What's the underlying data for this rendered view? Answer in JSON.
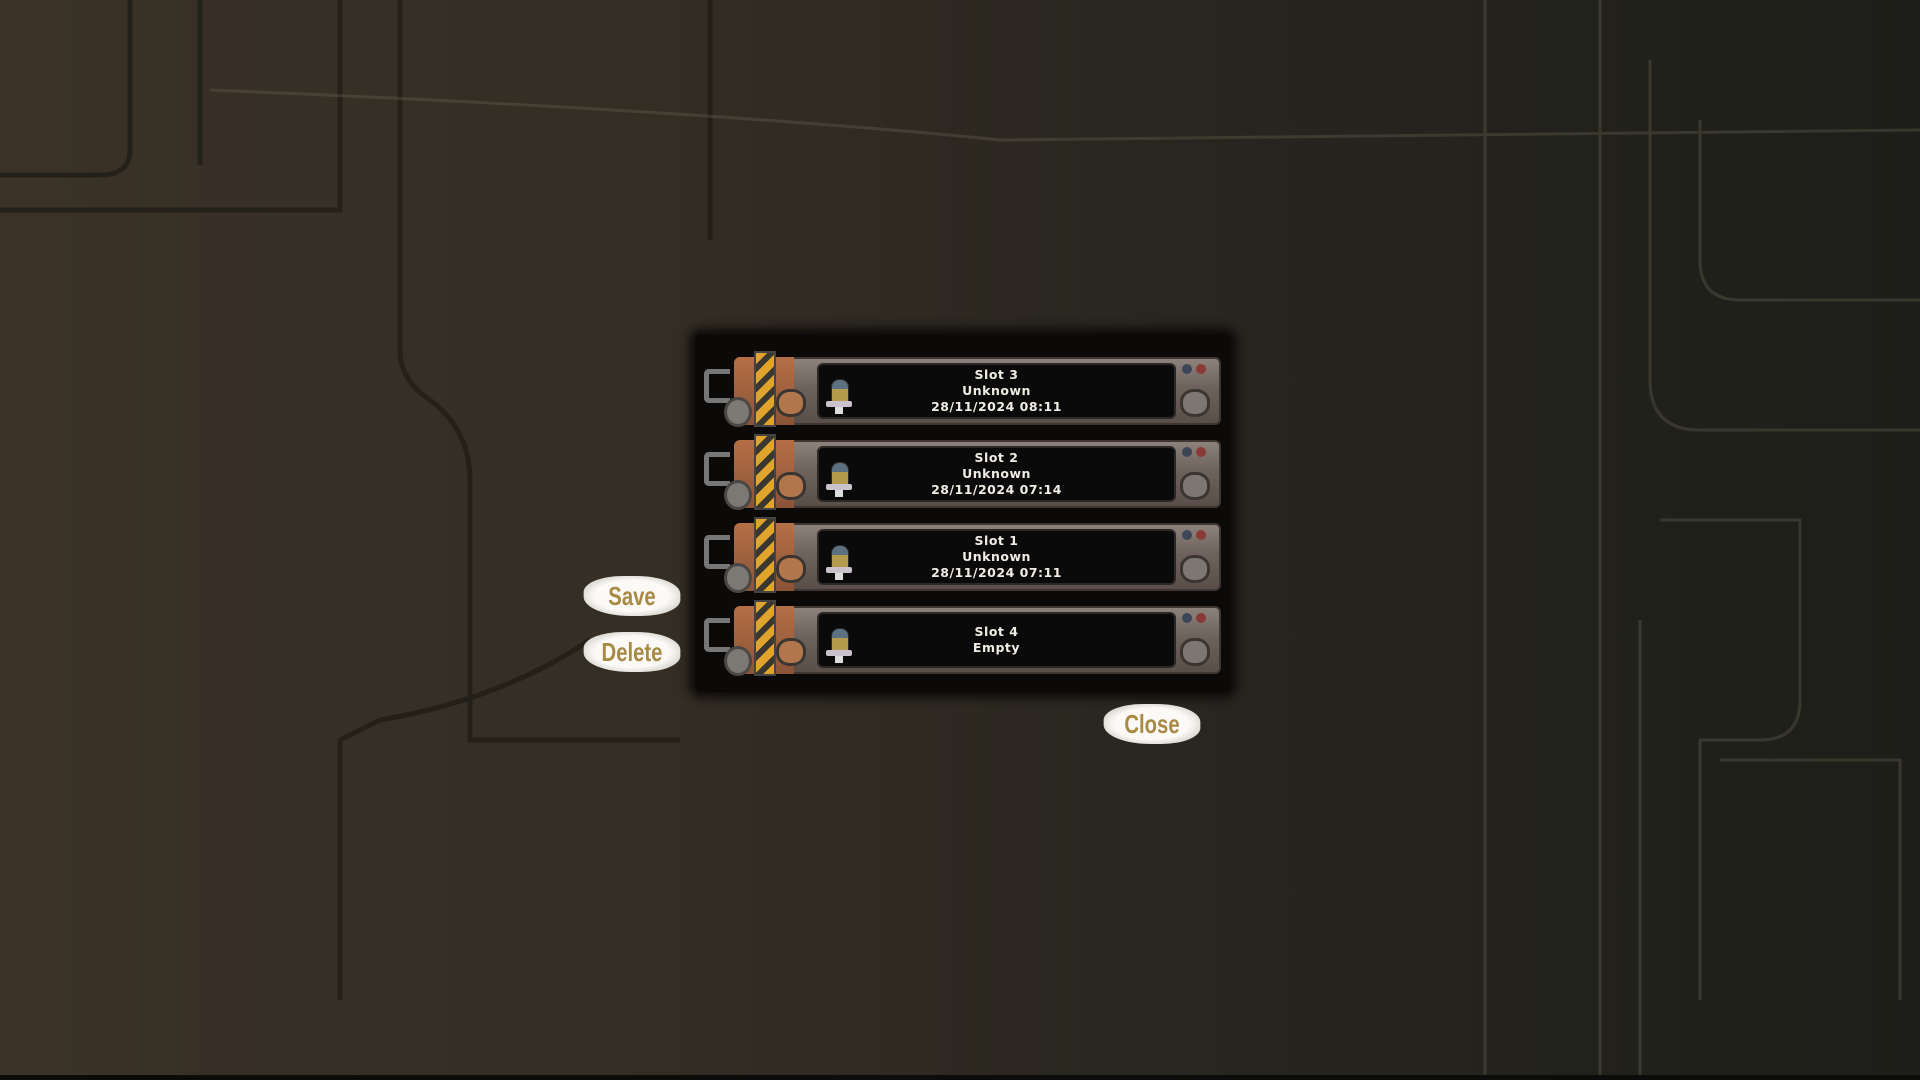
{
  "slots": [
    {
      "name": "Slot 3",
      "status": "Unknown",
      "date": "28/11/2024 08:11"
    },
    {
      "name": "Slot 2",
      "status": "Unknown",
      "date": "28/11/2024 07:14"
    },
    {
      "name": "Slot 1",
      "status": "Unknown",
      "date": "28/11/2024 07:11"
    },
    {
      "name": "Slot 4",
      "status": "Empty",
      "date": ""
    }
  ],
  "buttons": {
    "save": "Save",
    "delete": "Delete",
    "close": "Close"
  },
  "colors": {
    "button_text": "#a88a45",
    "hazard_yellow": "#e0a42c",
    "rust": "#b56f45"
  }
}
